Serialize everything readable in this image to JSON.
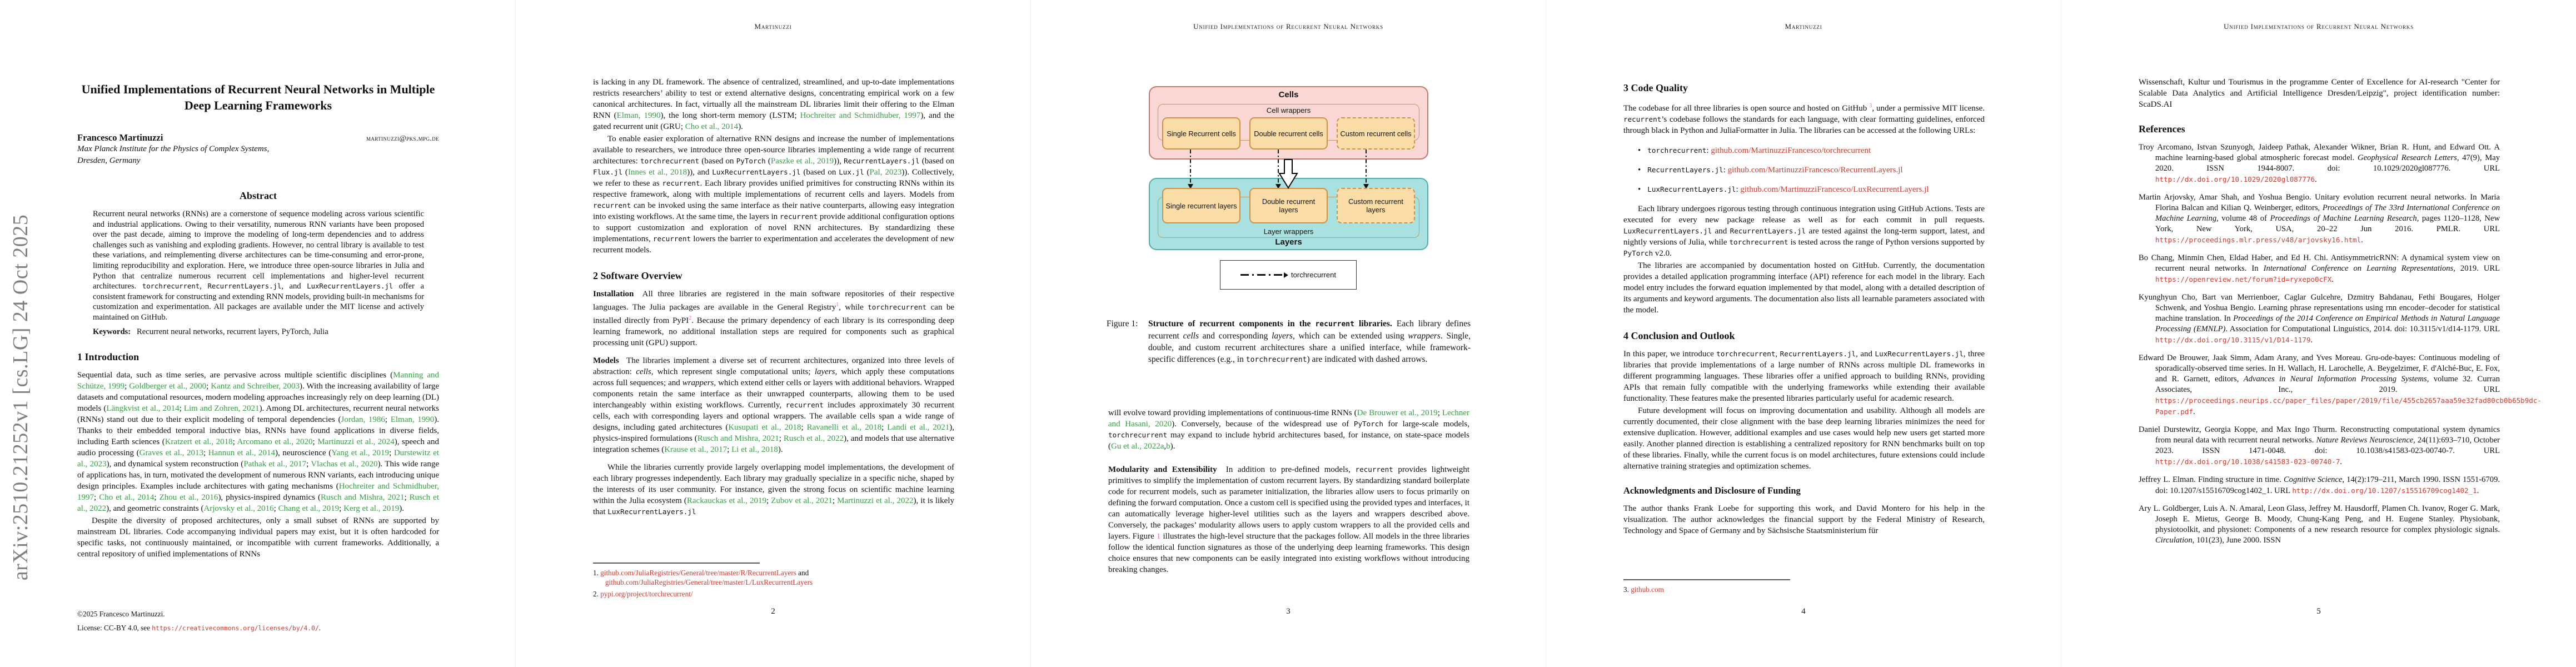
{
  "watermark": "arXiv:2510.21252v1  [cs.LG]  24 Oct 2025",
  "heads": {
    "author": "Martinuzzi",
    "title": "Unified Implementations of Recurrent Neural Networks"
  },
  "p1": {
    "title": "Unified Implementations of Recurrent Neural Networks in Multiple Deep Learning Frameworks",
    "author": "Francesco Martinuzzi",
    "email": "martinuzzi@pks.mpg.de",
    "affil1": "Max Planck Institute for the Physics of Complex Systems,",
    "affil2": "Dresden, Germany",
    "abstract_heading": "Abstract",
    "abstract_html": "Recurrent neural networks (RNNs) are a cornerstone of sequence modeling across various scientific and industrial applications. Owing to their versatility, numerous RNN variants have been proposed over the past decade, aiming to improve the modeling of long-term dependencies and to address challenges such as vanishing and exploding gradients. However, no central library is available to test these variations, and reimplementing diverse architectures can be time-consuming and error-prone, limiting reproducibility and exploration. Here, we introduce three open-source libraries in Julia and Python that centralize numerous recurrent cell implementations and higher-level recurrent architectures. <code>torchrecurrent</code>, <code>RecurrentLayers.jl</code>, and <code>LuxRecurrentLayers.jl</code> offer a consistent framework for constructing and extending RNN models, providing built-in mechanisms for customization and experimentation. All packages are available under the MIT license and actively maintained on GitHub.",
    "keywords_html": "<b>Keywords:</b>&ensp; Recurrent neural networks, recurrent layers, PyTorch, Julia",
    "sec1": "1  Introduction",
    "para1_html": "Sequential data, such as time series, are pervasive across multiple scientific disciplines (<span class='cite'>Manning and Schütze, 1999</span>; <span class='cite'>Goldberger et al., 2000</span>; <span class='cite'>Kantz and Schreiber, 2003</span>). With the increasing availability of large datasets and computational resources, modern modeling approaches increasingly rely on deep learning (DL) models (<span class='cite'>Längkvist et al., 2014</span>; <span class='cite'>Lim and Zohren, 2021</span>). Among DL architectures, recurrent neural networks (RNNs) stand out due to their explicit modeling of temporal dependencies (<span class='cite'>Jordan, 1986</span>; <span class='cite'>Elman, 1990</span>). Thanks to their embedded temporal inductive bias, RNNs have found applications in diverse fields, including Earth sciences (<span class='cite'>Kratzert et al., 2018</span>; <span class='cite'>Arcomano et al., 2020</span>; <span class='cite'>Martinuzzi et al., 2024</span>), speech and audio processing (<span class='cite'>Graves et al., 2013</span>; <span class='cite'>Hannun et al., 2014</span>), neuroscience (<span class='cite'>Yang et al., 2019</span>; <span class='cite'>Durstewitz et al., 2023</span>), and dynamical system reconstruction (<span class='cite'>Pathak et al., 2017</span>; <span class='cite'>Vlachas et al., 2020</span>). This wide range of applications has, in turn, motivated the development of numerous RNN variants, each introducing unique design principles. Examples include architectures with gating mechanisms (<span class='cite'>Hochreiter and Schmidhuber, 1997</span>; <span class='cite'>Cho et al., 2014</span>; <span class='cite'>Zhou et al., 2016</span>), physics-inspired dynamics (<span class='cite'>Rusch and Mishra, 2021</span>; <span class='cite'>Rusch et al., 2022</span>), and geometric constraints (<span class='cite'>Arjovsky et al., 2016</span>; <span class='cite'>Chang et al., 2019</span>; <span class='cite'>Kerg et al., 2019</span>).",
    "para2_html": "Despite the diversity of proposed architectures, only a small subset of RNNs are supported by mainstream DL libraries. Code accompanying individual papers may exist, but it is often hardcoded for specific tasks, not continuously maintained, or incompatible with current frameworks. Additionally, a central repository of unified implementations of RNNs",
    "copyright": "©2025 Francesco Martinuzzi.",
    "license_html": "License: CC-BY 4.0, see <span class='murl' data-name='license-link' data-interactable='true'>https://creativecommons.org/licenses/by/4.0/</span>."
  },
  "p2": {
    "para1_html": "is lacking in any DL framework. The absence of centralized, streamlined, and up-to-date implementations restricts researchers&rsquo; ability to test or extend alternative designs, concentrating empirical work on a few canonical architectures. In fact, virtually all the mainstream DL libraries limit their offering to the Elman RNN (<span class='cite'>Elman, 1990</span>), the long short-term memory (LSTM; <span class='cite'>Hochreiter and Schmidhuber, 1997</span>), and the gated recurrent unit (GRU; <span class='cite'>Cho et al., 2014</span>).",
    "para2_html": "To enable easier exploration of alternative RNN designs and increase the number of implementations available to researchers, we introduce three open-source libraries implementing a wide range of recurrent architectures: <code>torchrecurrent</code> (based on <code>PyTorch</code> (<span class='cite'>Paszke et al., 2019</span>)), <code>RecurrentLayers.jl</code> (based on <code>Flux.jl</code> (<span class='cite'>Innes et al., 2018</span>)), and <code>LuxRecurrentLayers.jl</code> (based on <code>Lux.jl</code> (<span class='cite'>Pal, 2023</span>)). Collectively, we refer to these as <code>recurrent</code>. Each library provides unified primitives for constructing RNNs within its respective framework, along with multiple implementations of recurrent cells and layers. Models from <code>recurrent</code> can be invoked using the same interface as their native counterparts, allowing easy integration into existing workflows. At the same time, the layers in <code>recurrent</code> provide additional configuration options to support customization and exploration of novel RNN architectures. By standardizing these implementations, <code>recurrent</code> lowers the barrier to experimentation and accelerates the development of new recurrent models.",
    "sec2": "2  Software Overview",
    "install_html": "<b>Installation</b>&ensp; All three libraries are registered in the main software repositories of their respective languages. The Julia packages are available in the General Registry<sup class='ref'>1</sup>, while <code>torchrecurrent</code> can be installed directly from PyPI<sup class='ref'>2</sup>. Because the primary dependency of each library is its corresponding deep learning framework, no additional installation steps are required for components such as graphical processing unit (GPU) support.",
    "models_html": "<b>Models</b>&ensp; The libraries implement a diverse set of recurrent architectures, organized into three levels of abstraction: <i>cells</i>, which represent single computational units; <i>layers</i>, which apply these computations across full sequences; and <i>wrappers</i>, which extend either cells or layers with additional behaviors. Wrapped components retain the same interface as their unwrapped counterparts, allowing them to be used interchangeably within existing workflows. Currently, <code>recurrent</code> includes approximately 30 recurrent cells, each with corresponding layers and optional wrappers. The available cells span a wide range of designs, including gated architectures (<span class='cite'>Kusupati et al., 2018</span>; <span class='cite'>Ravanelli et al., 2018</span>; <span class='cite'>Landi et al., 2021</span>), physics-inspired formulations (<span class='cite'>Rusch and Mishra, 2021</span>; <span class='cite'>Rusch et al., 2022</span>), and models that use alternative integration schemes (<span class='cite'>Krause et al., 2017</span>; <span class='cite'>Li et al., 2018</span>).",
    "para3_html": "While the libraries currently provide largely overlapping model implementations, the development of each library progresses independently. Each library may gradually specialize in a specific niche, shaped by the interests of its user community. For instance, given the strong focus on scientific machine learning within the Julia ecosystem (<span class='cite'>Rackauckas et al., 2019</span>; <span class='cite'>Zubov et al., 2021</span>; <span class='cite'>Martinuzzi et al., 2022</span>), it is likely that <code>LuxRecurrentLayers.jl</code>",
    "fn1_html": "1. <span class='url' data-name='footnote-link' data-interactable='true'>github.com/JuliaRegistries/General/tree/master/R/RecurrentLayers</span> and<br><span class='url' data-name='footnote-link' data-interactable='true'>github.com/JuliaRegistries/General/tree/master/L/LuxRecurrentLayers</span>",
    "fn2_html": "2. <span class='url' data-name='footnote-link' data-interactable='true'>pypi.org/project/torchrecurrent/</span>",
    "pageno": "2"
  },
  "p3": {
    "figure": {
      "cells_label": "Cells",
      "cell_wrappers_label": "Cell wrappers",
      "cell_box1": "Single Recurrent cells",
      "cell_box2": "Double recurrent cells",
      "cell_box3": "Custom recurrent cells",
      "layer_box1": "Single recurrent layers",
      "layer_box2": "Double recurrent layers",
      "layer_box3": "Custom recurrent layers",
      "layer_wrappers_label": "Layer wrappers",
      "layers_label": "Layers",
      "legend_label": "torchrecurrent",
      "colors": {
        "cells_fill": "#f8d7d4",
        "cells_border": "#c9756b",
        "inner_fill": "#fadca6",
        "inner_border": "#ce9146",
        "layers_fill": "#a9e0e0",
        "layers_border": "#52aeac"
      }
    },
    "caption_label": "Figure 1:",
    "caption_html": "<b>Structure of recurrent components in the <code>recurrent</code> libraries.</b> Each library defines recurrent <i>cells</i> and corresponding <i>layers</i>, which can be extended using <i>wrappers</i>. Single, double, and custom recurrent architectures share a unified interface, while framework-specific differences (e.g., in <code>torchrecurrent</code>) are indicated with dashed arrows.",
    "para1_html": "will evolve toward providing implementations of continuous-time RNNs (<span class='cite'>De Brouwer et al., 2019</span>; <span class='cite'>Lechner and Hasani, 2020</span>). Conversely, because of the widespread use of <code>PyTorch</code> for large-scale models, <code>torchrecurrent</code> may expand to include hybrid architectures based, for instance, on state-space models (<span class='cite'>Gu et al., 2022a</span>,<span class='cite'>b</span>).",
    "modularity_html": "<b>Modularity and Extensibility</b>&ensp; In addition to pre-defined models, <code>recurrent</code> provides lightweight primitives to simplify the implementation of custom recurrent layers. By standardizing standard boilerplate code for recurrent models, such as parameter initialization, the libraries allow users to focus primarily on defining the forward computation. Once a custom cell is specified using the provided types and interfaces, it can automatically leverage higher-level utilities such as the layers and wrappers described above. Conversely, the packages&rsquo; modularity allows users to apply custom wrappers to all the provided cells and layers. Figure <span class='ref'>1</span> illustrates the high-level structure that the packages follow. All models in the three libraries follow the identical function signatures as those of the underlying deep learning frameworks. This design choice ensures that new components can be easily integrated into existing workflows without introducing breaking changes.",
    "pageno": "3"
  },
  "p4": {
    "sec3": "3  Code Quality",
    "para1_html": "The codebase for all three libraries is open source and hosted on GitHub <sup class='ref'>3</sup>, under a permissive MIT license. <code>recurrent</code>&rsquo;s codebase follows the standards for each language, with clear formatting guidelines, enforced through black in Python and JuliaFormatter in Julia. The libraries can be accessed at the following URLs:",
    "bullets": [
      "<code>torchrecurrent</code>: <span class='url' data-name='repo-link' data-interactable='true'>github.com/MartinuzziFrancesco/torchrecurrent</span>",
      "<code>RecurrentLayers.jl</code>: <span class='url' data-name='repo-link' data-interactable='true'>github.com/MartinuzziFrancesco/RecurrentLayers.jl</span>",
      "<code>LuxRecurrentLayers.jl</code>: <span class='url' data-name='repo-link' data-interactable='true'>github.com/MartinuzziFrancesco/LuxRecurrentLayers.jl</span>"
    ],
    "para2_html": "Each library undergoes rigorous testing through continuous integration using GitHub Actions. Tests are executed for every new package release as well as for each commit in pull requests. <code>LuxRecurrentLayers.jl</code> and <code>RecurrentLayers.jl</code> are tested against the long-term support, latest, and nightly versions of Julia, while <code>torchrecurrent</code> is tested across the range of Python versions supported by <code>PyTorch</code> v2.0.",
    "para3_html": "The libraries are accompanied by documentation hosted on GitHub. Currently, the documentation provides a detailed application programming interface (API) reference for each model in the library. Each model entry includes the forward equation implemented by that model, along with a detailed description of its arguments and keyword arguments. The documentation also lists all learnable parameters associated with the model.",
    "sec4": "4  Conclusion and Outlook",
    "para4_html": "In this paper, we introduce <code>torchrecurrent</code>, <code>RecurrentLayers.jl</code>, and <code>LuxRecurrentLayers.jl</code>, three libraries that provide implementations of a large number of RNNs across multiple DL frameworks in different programming languages. These libraries offer a unified approach to building RNNs, providing APIs that remain fully compatible with the underlying frameworks while extending their available functionality. These features make the presented libraries particularly useful for academic research.",
    "para5_html": "Future development will focus on improving documentation and usability. Although all models are currently documented, their close alignment with the base deep learning libraries minimizes the need for extensive duplication. However, additional examples and use cases would help new users get started more easily. Another planned direction is establishing a centralized repository for RNN benchmarks built on top of these libraries. Finally, while the current focus is on model architectures, future extensions could include alternative training strategies and optimization schemes.",
    "ack_heading": "Acknowledgments and Disclosure of Funding",
    "ack_html": "The author thanks Frank Loebe for supporting this work, and David Montero for his help in the visualization. The author acknowledges the financial support by the Federal Ministry of Research, Technology and Space of Germany and by Sächsische Staatsministerium für",
    "fn3_html": "3. <span class='url' data-name='footnote-link' data-interactable='true'>github.com</span>",
    "pageno": "4"
  },
  "p5": {
    "para1_html": "Wissenschaft, Kultur und Tourismus in the programme Center of Excellence for AI-research \"Center for Scalable Data Analytics and Artificial Intelligence Dresden/Leipzig\", project identification number: ScaDS.AI",
    "refs_heading": "References",
    "refs": [
      "Troy Arcomano, Istvan Szunyogh, Jaideep Pathak, Alexander Wikner, Brian R. Hunt, and Edward Ott. A machine learning-based global atmospheric forecast model. <i>Geophysical Research Letters</i>, 47(9), May 2020. ISSN 1944-8007. doi: 10.1029/2020gl087776. URL <span class='murl' data-name='reference-link' data-interactable='true'>http://dx.doi.org/10.1029/2020gl087776</span>.",
      "Martin Arjovsky, Amar Shah, and Yoshua Bengio. Unitary evolution recurrent neural networks. In Maria Florina Balcan and Kilian Q. Weinberger, editors, <i>Proceedings of The 33rd International Conference on Machine Learning</i>, volume 48 of <i>Proceedings of Machine Learning Research</i>, pages 1120–1128, New York, New York, USA, 20–22 Jun 2016. PMLR. URL <span class='murl' data-name='reference-link' data-interactable='true'>https://proceedings.mlr.press/v48/arjovsky16.html</span>.",
      "Bo Chang, Minmin Chen, Eldad Haber, and Ed H. Chi. AntisymmetricRNN: A dynamical system view on recurrent neural networks. In <i>International Conference on Learning Representations</i>, 2019. URL <span class='murl' data-name='reference-link' data-interactable='true'>https://openreview.net/forum?id=ryxepo0cFX</span>.",
      "Kyunghyun Cho, Bart van Merrienboer, Caglar Gulcehre, Dzmitry Bahdanau, Fethi Bougares, Holger Schwenk, and Yoshua Bengio. Learning phrase representations using rnn encoder–decoder for statistical machine translation. In <i>Proceedings of the 2014 Conference on Empirical Methods in Natural Language Processing (EMNLP)</i>. Association for Computational Linguistics, 2014. doi: 10.3115/v1/d14-1179. URL <span class='murl' data-name='reference-link' data-interactable='true'>http://dx.doi.org/10.3115/v1/D14-1179</span>.",
      "Edward De Brouwer, Jaak Simm, Adam Arany, and Yves Moreau. Gru-ode-bayes: Continuous modeling of sporadically-observed time series. In H. Wallach, H. Larochelle, A. Beygelzimer, F. d'Alché-Buc, E. Fox, and R. Garnett, editors, <i>Advances in Neural Information Processing Systems</i>, volume 32. Curran Associates, Inc., 2019. URL <span class='murl' data-name='reference-link' data-interactable='true'>https://proceedings.neurips.cc/paper_files/paper/2019/file/455cb2657aaa59e32fad80cb0b65b9dc-Paper.pdf</span>.",
      "Daniel Durstewitz, Georgia Koppe, and Max Ingo Thurm. Reconstructing computational system dynamics from neural data with recurrent neural networks. <i>Nature Reviews Neuroscience</i>, 24(11):693–710, October 2023. ISSN 1471-0048. doi: 10.1038/s41583-023-00740-7. URL <span class='murl' data-name='reference-link' data-interactable='true'>http://dx.doi.org/10.1038/s41583-023-00740-7</span>.",
      "Jeffrey L. Elman. Finding structure in time. <i>Cognitive Science</i>, 14(2):179–211, March 1990. ISSN 1551-6709. doi: 10.1207/s15516709cog1402_1. URL <span class='murl' data-name='reference-link' data-interactable='true'>http://dx.doi.org/10.1207/s15516709cog1402_1</span>.",
      "Ary L. Goldberger, Luis A. N. Amaral, Leon Glass, Jeffrey M. Hausdorff, Plamen Ch. Ivanov, Roger G. Mark, Joseph E. Mietus, George B. Moody, Chung-Kang Peng, and H. Eugene Stanley. Physiobank, physiotoolkit, and physionet: Components of a new research resource for complex physiologic signals. <i>Circulation</i>, 101(23), June 2000. ISSN"
    ],
    "pageno": "5"
  }
}
